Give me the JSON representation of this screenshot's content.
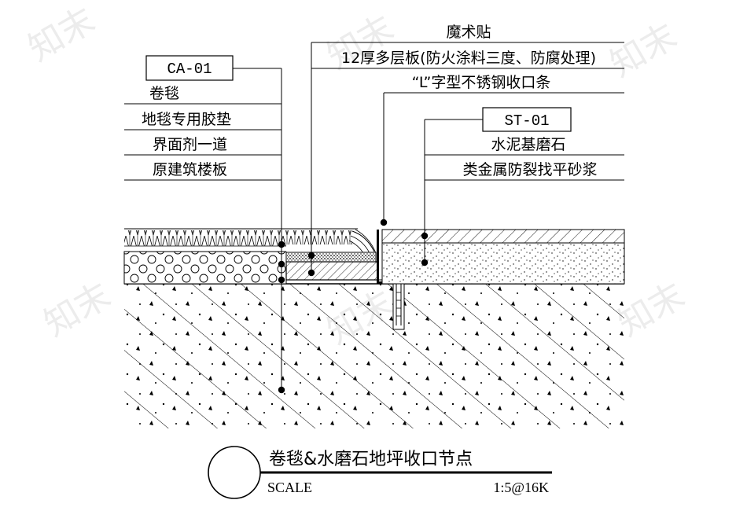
{
  "watermark": "知末",
  "tags": {
    "carpet_code": "CA-01",
    "stone_code": "ST-01"
  },
  "left_callout": {
    "layers": [
      "卷毯",
      "地毯专用胶垫",
      "界面剂一道",
      "原建筑楼板"
    ]
  },
  "top_callout": {
    "velcro": "魔术贴",
    "plywood": "12厚多层板(防火涂料三度、防腐处理)",
    "l_trim": "“L”字型不锈钢收口条"
  },
  "right_callout": {
    "layers": [
      "水泥基磨石",
      "类金属防裂找平砂浆"
    ]
  },
  "title_block": {
    "title": "卷毯&水磨石地坪收口节点",
    "scale_label": "SCALE",
    "scale_value": "1:5@16K"
  }
}
